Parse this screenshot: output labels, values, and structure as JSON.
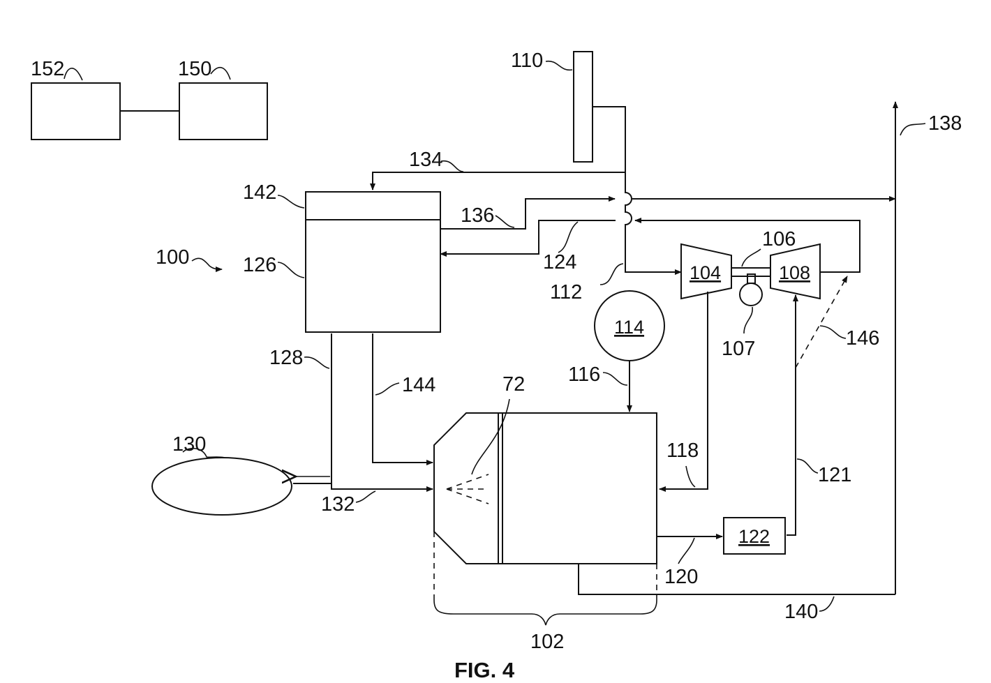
{
  "figure": {
    "caption": "FIG. 4"
  },
  "labels": {
    "l152": "152",
    "l150": "150",
    "l110": "110",
    "l138": "138",
    "l134": "134",
    "l142": "142",
    "l136": "136",
    "l106": "106",
    "l100": "100",
    "l126": "126",
    "l124": "124",
    "l104": "104",
    "l108": "108",
    "l112": "112",
    "l114": "114",
    "l107": "107",
    "l146": "146",
    "l128": "128",
    "l144": "144",
    "l72": "72",
    "l116": "116",
    "l130": "130",
    "l118": "118",
    "l121": "121",
    "l132": "132",
    "l122": "122",
    "l120": "120",
    "l140": "140",
    "l102": "102"
  }
}
